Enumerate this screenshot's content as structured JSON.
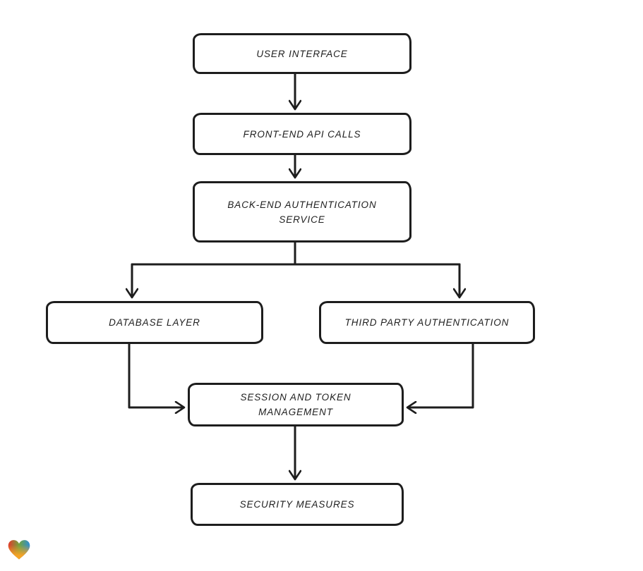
{
  "canvas": {
    "background": "#ffffff",
    "stroke_color": "#1d1d1d",
    "node_fill": "#ffffff",
    "text_color": "#1e1e1e"
  },
  "diagram": {
    "nodes": [
      {
        "id": "user-interface",
        "label": "USER INTERFACE"
      },
      {
        "id": "front-end-api-calls",
        "label": "FRONT-END API CALLS"
      },
      {
        "id": "back-end-authentication-service",
        "label": "BACK-END AUTHENTICATION\nSERVICE"
      },
      {
        "id": "database-layer",
        "label": "DATABASE LAYER"
      },
      {
        "id": "third-party-authentication",
        "label": "THIRD PARTY AUTHENTICATION"
      },
      {
        "id": "session-and-token-management",
        "label": "SESSION AND TOKEN\nMANAGEMENT"
      },
      {
        "id": "security-measures",
        "label": "SECURITY MEASURES"
      }
    ],
    "edges": [
      {
        "from": "user-interface",
        "to": "front-end-api-calls"
      },
      {
        "from": "front-end-api-calls",
        "to": "back-end-authentication-service"
      },
      {
        "from": "back-end-authentication-service",
        "to": "database-layer"
      },
      {
        "from": "back-end-authentication-service",
        "to": "third-party-authentication"
      },
      {
        "from": "database-layer",
        "to": "session-and-token-management"
      },
      {
        "from": "third-party-authentication",
        "to": "session-and-token-management"
      },
      {
        "from": "session-and-token-management",
        "to": "security-measures"
      }
    ]
  },
  "branding": {
    "logo": "gradient-heart-logo",
    "logo_colors": {
      "red": "#e33a2c",
      "green": "#71a33e",
      "blue": "#2f8ed6",
      "orange": "#f6a325"
    }
  }
}
